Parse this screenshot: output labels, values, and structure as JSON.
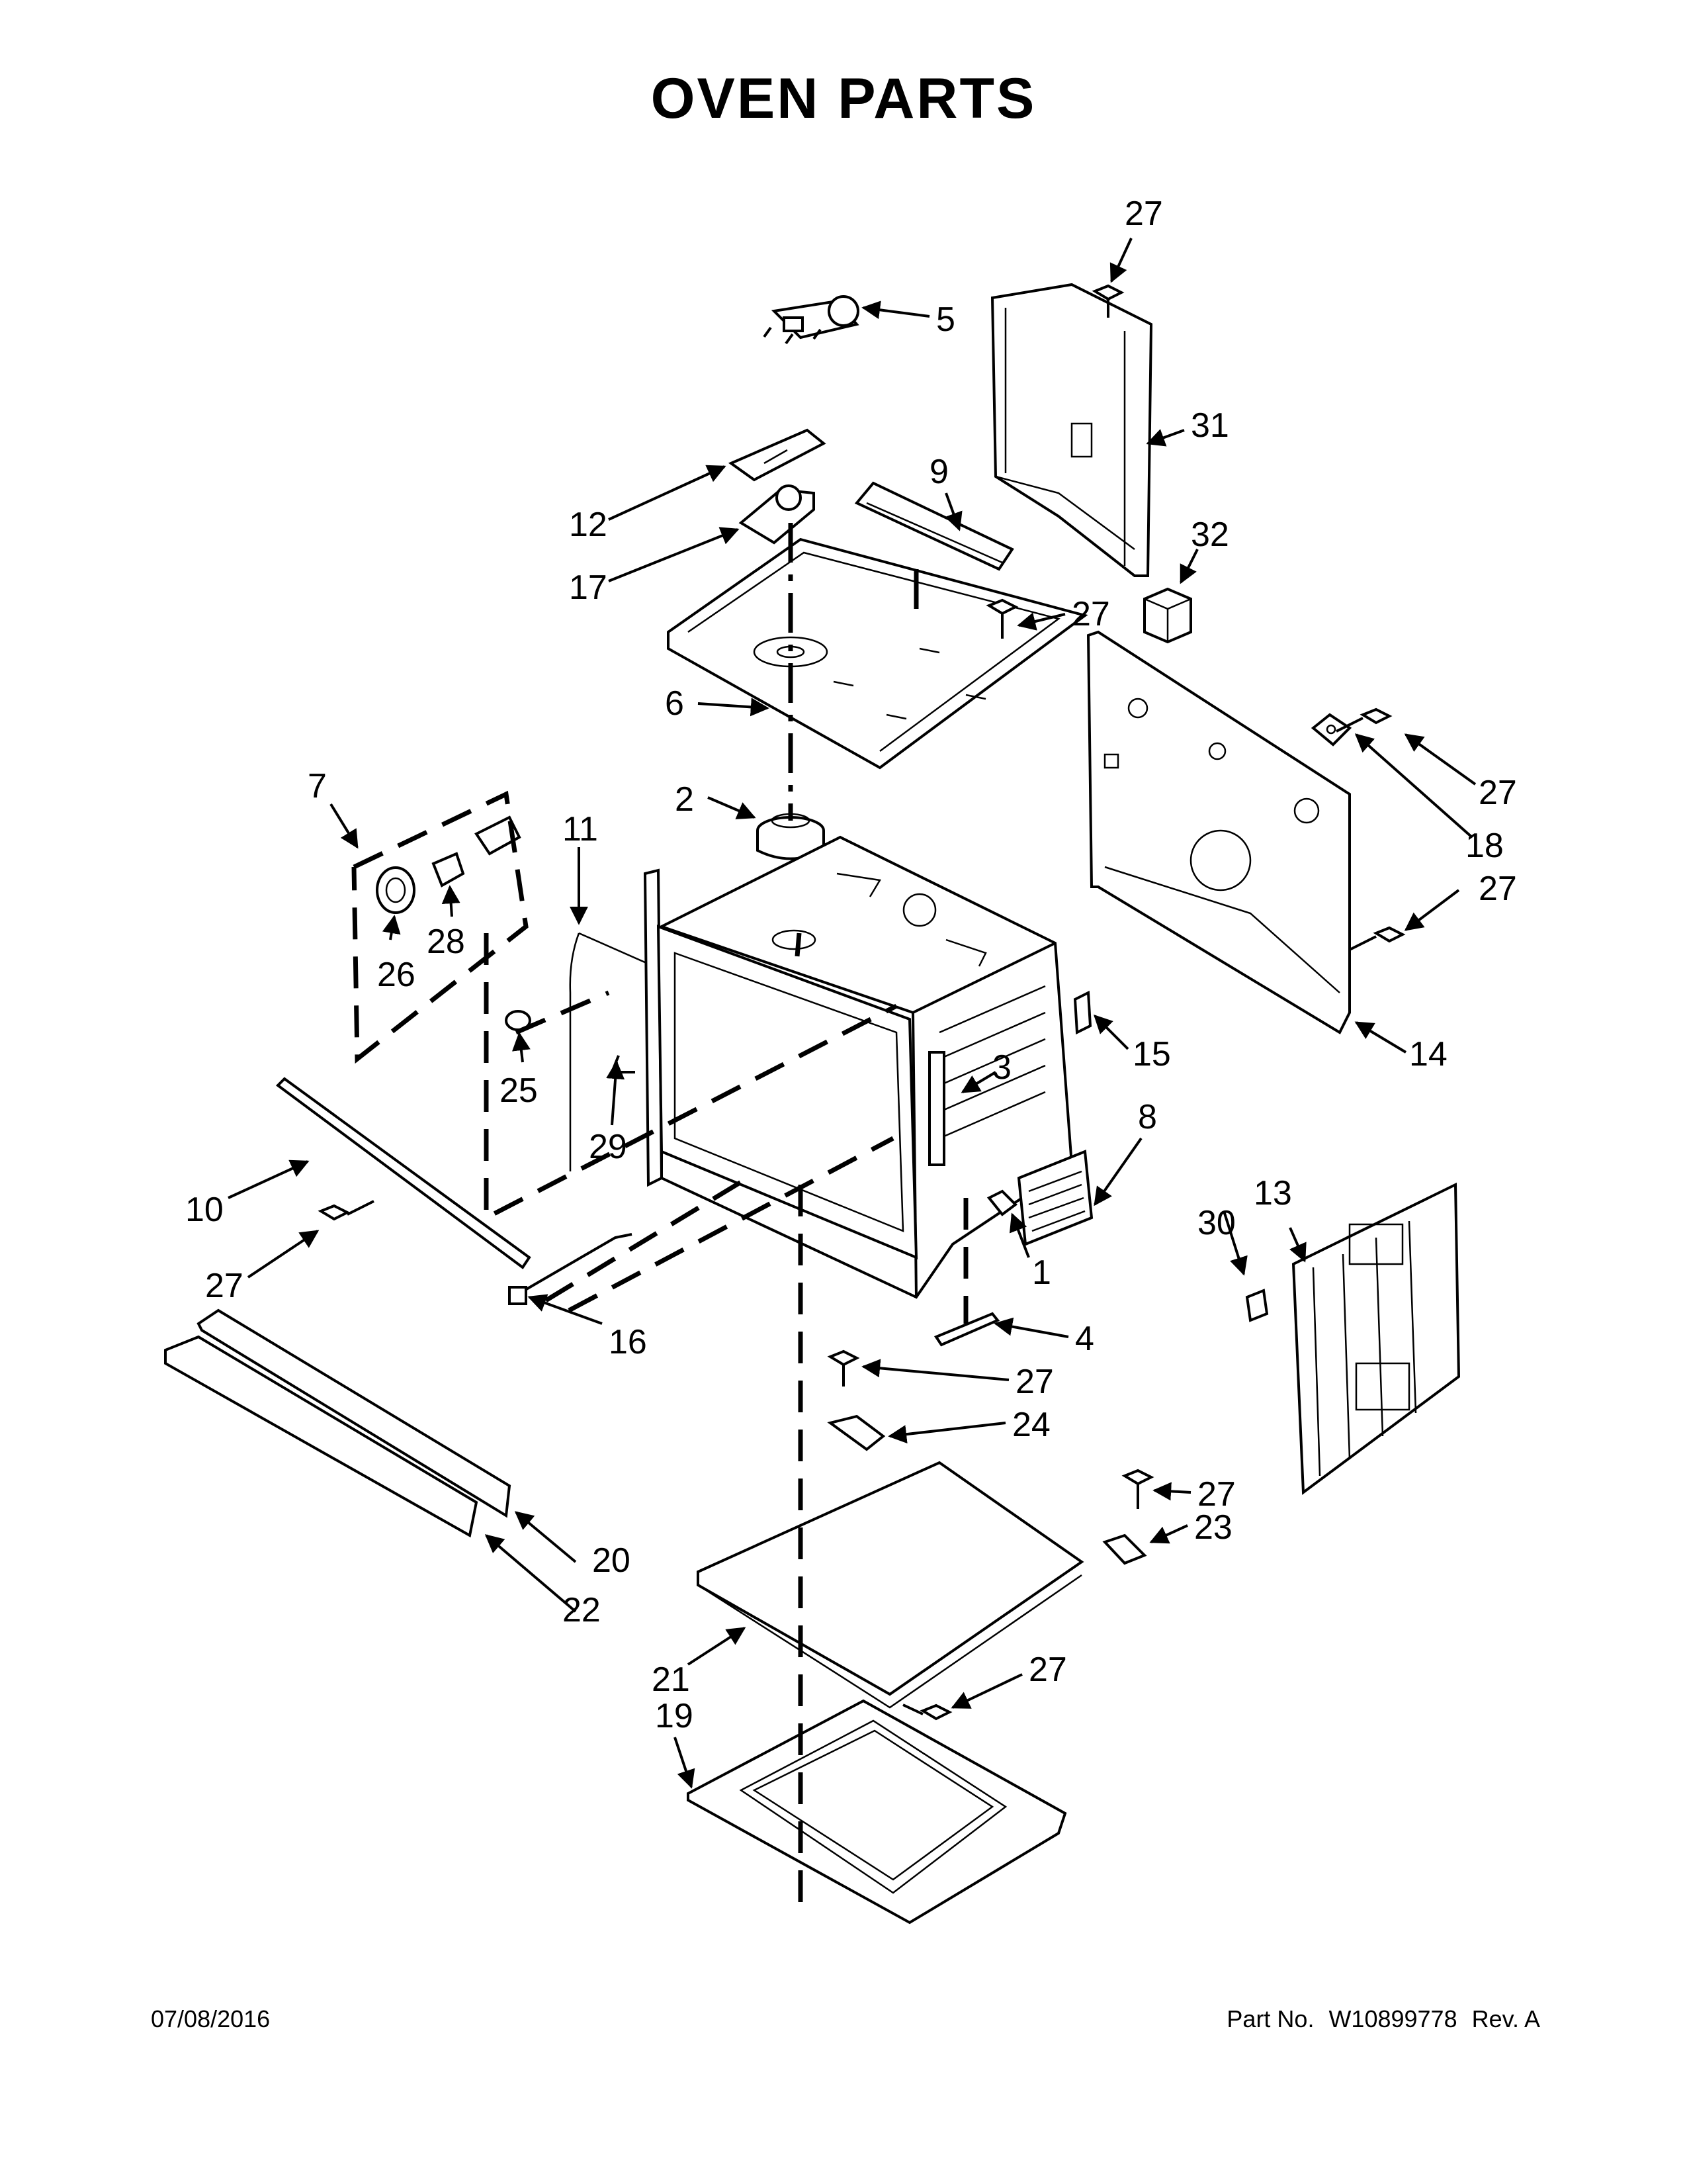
{
  "title": "OVEN PARTS",
  "footer": {
    "date": "07/08/2016",
    "part_prefix": "Part No.",
    "part_number": "W10899778",
    "revision": "Rev. A"
  },
  "callouts": [
    "1",
    "2",
    "3",
    "4",
    "5",
    "6",
    "7",
    "8",
    "9",
    "10",
    "11",
    "12",
    "13",
    "14",
    "15",
    "16",
    "17",
    "18",
    "19",
    "20",
    "21",
    "22",
    "23",
    "24",
    "25",
    "26",
    "27",
    "28",
    "29",
    "30",
    "31",
    "32"
  ]
}
